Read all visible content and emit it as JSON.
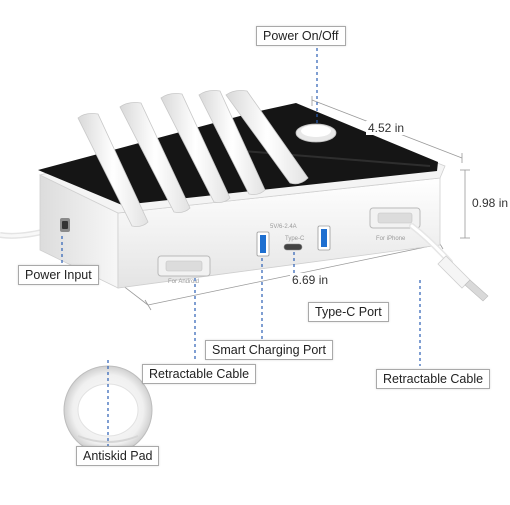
{
  "labels": {
    "power_switch": "Power On/Off",
    "power_input": "Power Input",
    "type_c_port": "Type-C Port",
    "smart_charging_port": "Smart Charging Port",
    "retractable_cable_left": "Retractable Cable",
    "retractable_cable_right": "Retractable Cable",
    "antiskid_pad": "Antiskid Pad"
  },
  "dimensions": {
    "width": "4.52 in",
    "height": "0.98 in",
    "length": "6.69 in"
  },
  "device_print": {
    "rating": "5V/6-2.4A",
    "type_c": "Type-C",
    "for_android": "For Android",
    "for_iphone": "For iPhone"
  },
  "colors": {
    "body": "#ffffff",
    "top_surface": "#151515",
    "usb_blue": "#1e6fd0",
    "dashed_line": "#2b5fb5"
  }
}
